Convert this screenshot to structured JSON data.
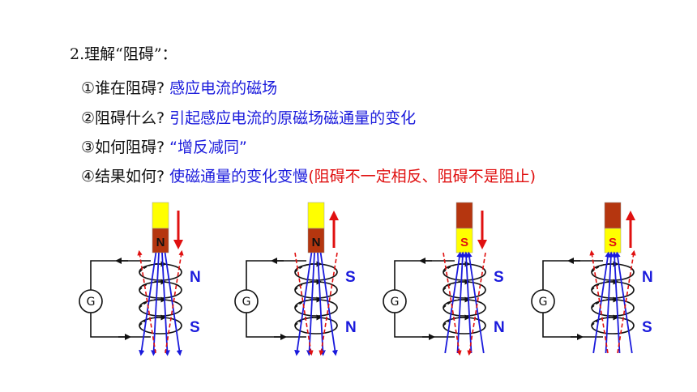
{
  "title": "2.理解“阻碍”：",
  "points": [
    {
      "question": "①谁在阻碍?",
      "answer": "感应电流的磁场",
      "note": ""
    },
    {
      "question": "②阻碍什么?",
      "answer": "引起感应电流的原磁场磁通量的变化",
      "note": ""
    },
    {
      "question": "③如何阻碍?",
      "answer": "“增反减同”",
      "note": ""
    },
    {
      "question": "④结果如何?",
      "answer": "使磁通量的变化变慢",
      "note": "(阻碍不一定相反、阻碍不是阻止)"
    }
  ],
  "diagrams": [
    {
      "magnet_pole": "N",
      "magnet_direction": "down",
      "galvanometer": "G",
      "top_pole": "N",
      "bottom_pole": "S"
    },
    {
      "magnet_pole": "N",
      "magnet_direction": "up",
      "galvanometer": "G",
      "top_pole": "S",
      "bottom_pole": "N"
    },
    {
      "magnet_pole": "S",
      "magnet_direction": "down",
      "galvanometer": "G",
      "top_pole": "S",
      "bottom_pole": "N"
    },
    {
      "magnet_pole": "S",
      "magnet_direction": "up",
      "galvanometer": "G",
      "top_pole": "N",
      "bottom_pole": "S"
    }
  ],
  "colors": {
    "magnet_red": "#b5360f",
    "magnet_yellow": "#ffff00",
    "field_blue": "#1a1adc",
    "induced_red": "#e01010"
  }
}
